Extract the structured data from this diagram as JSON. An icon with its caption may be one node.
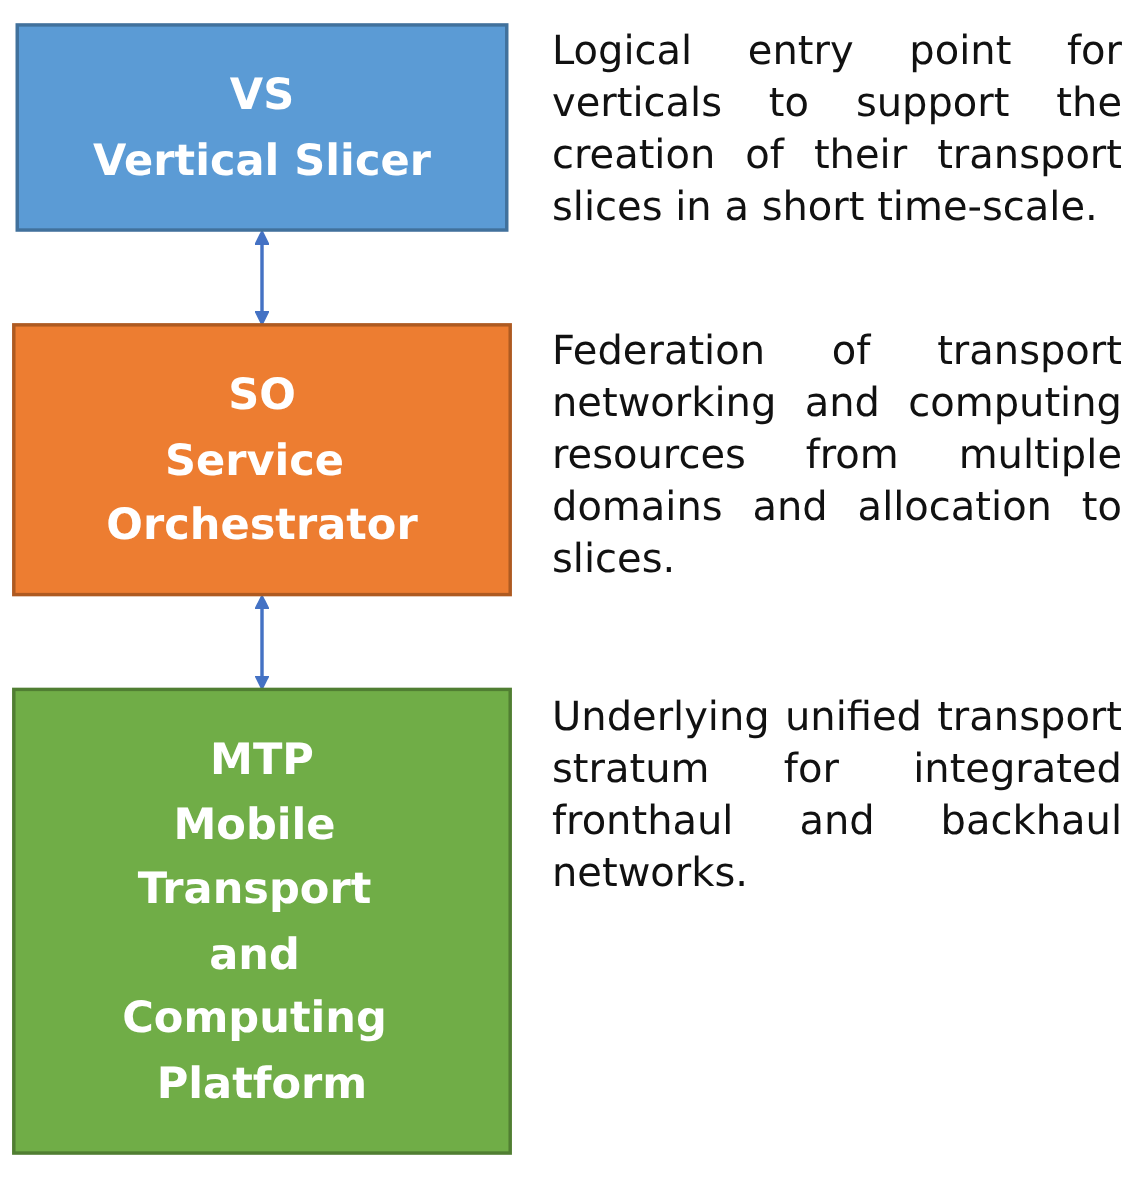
{
  "diagram": {
    "nodes": [
      {
        "text": [
          "VS",
          "Vertical Slicer"
        ],
        "beside": [
          "Logical entry point for verticals to support the creation of their transport slices in a short time-scale."
        ]
      },
      {
        "text": [
          "SO",
          "Service Orchestrator"
        ],
        "beside": [
          "Federation of transport networking and computing resources from multiple domains and allocation to slices."
        ]
      },
      {
        "text": [
          "MTP",
          "Mobile Transport and Computing Platform"
        ],
        "beside": [
          "Underlying unified transport stratum for integrated fronthaul and backhaul networks."
        ]
      }
    ],
    "edges": [
      {
        "from": 0,
        "to": 1,
        "arrow": "both"
      },
      {
        "from": 1,
        "to": 2,
        "arrow": "both"
      }
    ]
  }
}
